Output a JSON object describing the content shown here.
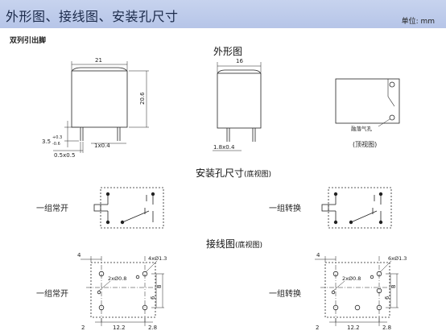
{
  "header": {
    "title": "外形图、接线图、安装孔尺寸",
    "unit": "单位: mm"
  },
  "tag": "双列引出脚",
  "outline": {
    "heading": "外形图",
    "front": {
      "width": "21",
      "height": "20.6",
      "pin_len": "3.5",
      "tol_plus": "+0.3",
      "tol_minus": "-0.6",
      "pin_a": "0.5x0.5",
      "pin_b": "1x0.4"
    },
    "side": {
      "width": "16",
      "pin": "1.8x0.4"
    },
    "top": {
      "hole_label": "融落气孔",
      "caption": "(顶视图)"
    }
  },
  "mounting": {
    "heading": "安装孔尺寸",
    "subheading": "(底视图)",
    "left_label": "一组常开",
    "right_label": "一组转换"
  },
  "wiring": {
    "heading": "接线图",
    "subheading": "(底视图)",
    "left": {
      "label": "一组常开",
      "top_dim": "4",
      "holes": "4xØ1.3",
      "pin_dim": "2xØ0.8",
      "bottom_dims": [
        "2",
        "12.2",
        "2.8"
      ],
      "right_dims": [
        "6",
        "8"
      ]
    },
    "right": {
      "label": "一组转换",
      "top_dim": "4",
      "holes": "6xØ1.3",
      "pin_dim": "2xØ0.8",
      "bottom_dims": [
        "2",
        "12.2",
        "2.8"
      ],
      "right_dims": [
        "6",
        "8"
      ]
    }
  }
}
